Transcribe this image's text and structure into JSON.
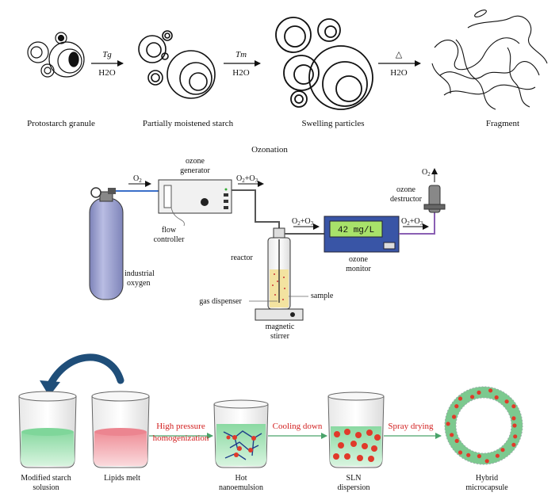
{
  "starch_panel": {
    "steps": [
      {
        "label": "Protostarch granule"
      },
      {
        "label": "Partially moistened starch"
      },
      {
        "label": "Swelling particles"
      },
      {
        "label": "Fragment"
      }
    ],
    "arrows": [
      {
        "top": "Tg",
        "bottom": "H2O"
      },
      {
        "top": "Tm",
        "bottom": "H2O"
      },
      {
        "top": "△",
        "bottom": "H2O"
      }
    ]
  },
  "ozonation_panel": {
    "title": "Ozonation",
    "cylinder_label": "industrial oxygen",
    "generator_label": "ozone generator",
    "flow_controller_label": "flow controller",
    "reactor_label": "reactor",
    "gas_dispenser_label": "gas dispenser",
    "sample_label": "sample",
    "stirrer_label": "magnetic stirrer",
    "monitor_label": "ozone monitor",
    "monitor_reading": "42 mg/L",
    "destructor_label": "ozone destructor",
    "gas_labels": {
      "o2_in": "O2",
      "o2_o3_a": "O2+O3",
      "o2_o3_b": "O2+O3",
      "o2_o3_c": "O2+O3",
      "o2_out": "O2"
    }
  },
  "capsule_panel": {
    "items": [
      {
        "label": "Modified starch solusion"
      },
      {
        "label": "Lipids melt"
      },
      {
        "label": "Hot nanoemulsion"
      },
      {
        "label": "SLN dispersion"
      },
      {
        "label": "Hybrid microcapsule"
      }
    ],
    "process_steps": [
      "High pressure homogenization",
      "Cooling down",
      "Spray drying"
    ],
    "colors": {
      "starch_solution": "#9fe0b0",
      "lipid_melt": "#f2a0a8",
      "droplet": "#e03a2a",
      "process_text": "#d21f1f",
      "transfer_arrow": "#1f4e79"
    }
  }
}
